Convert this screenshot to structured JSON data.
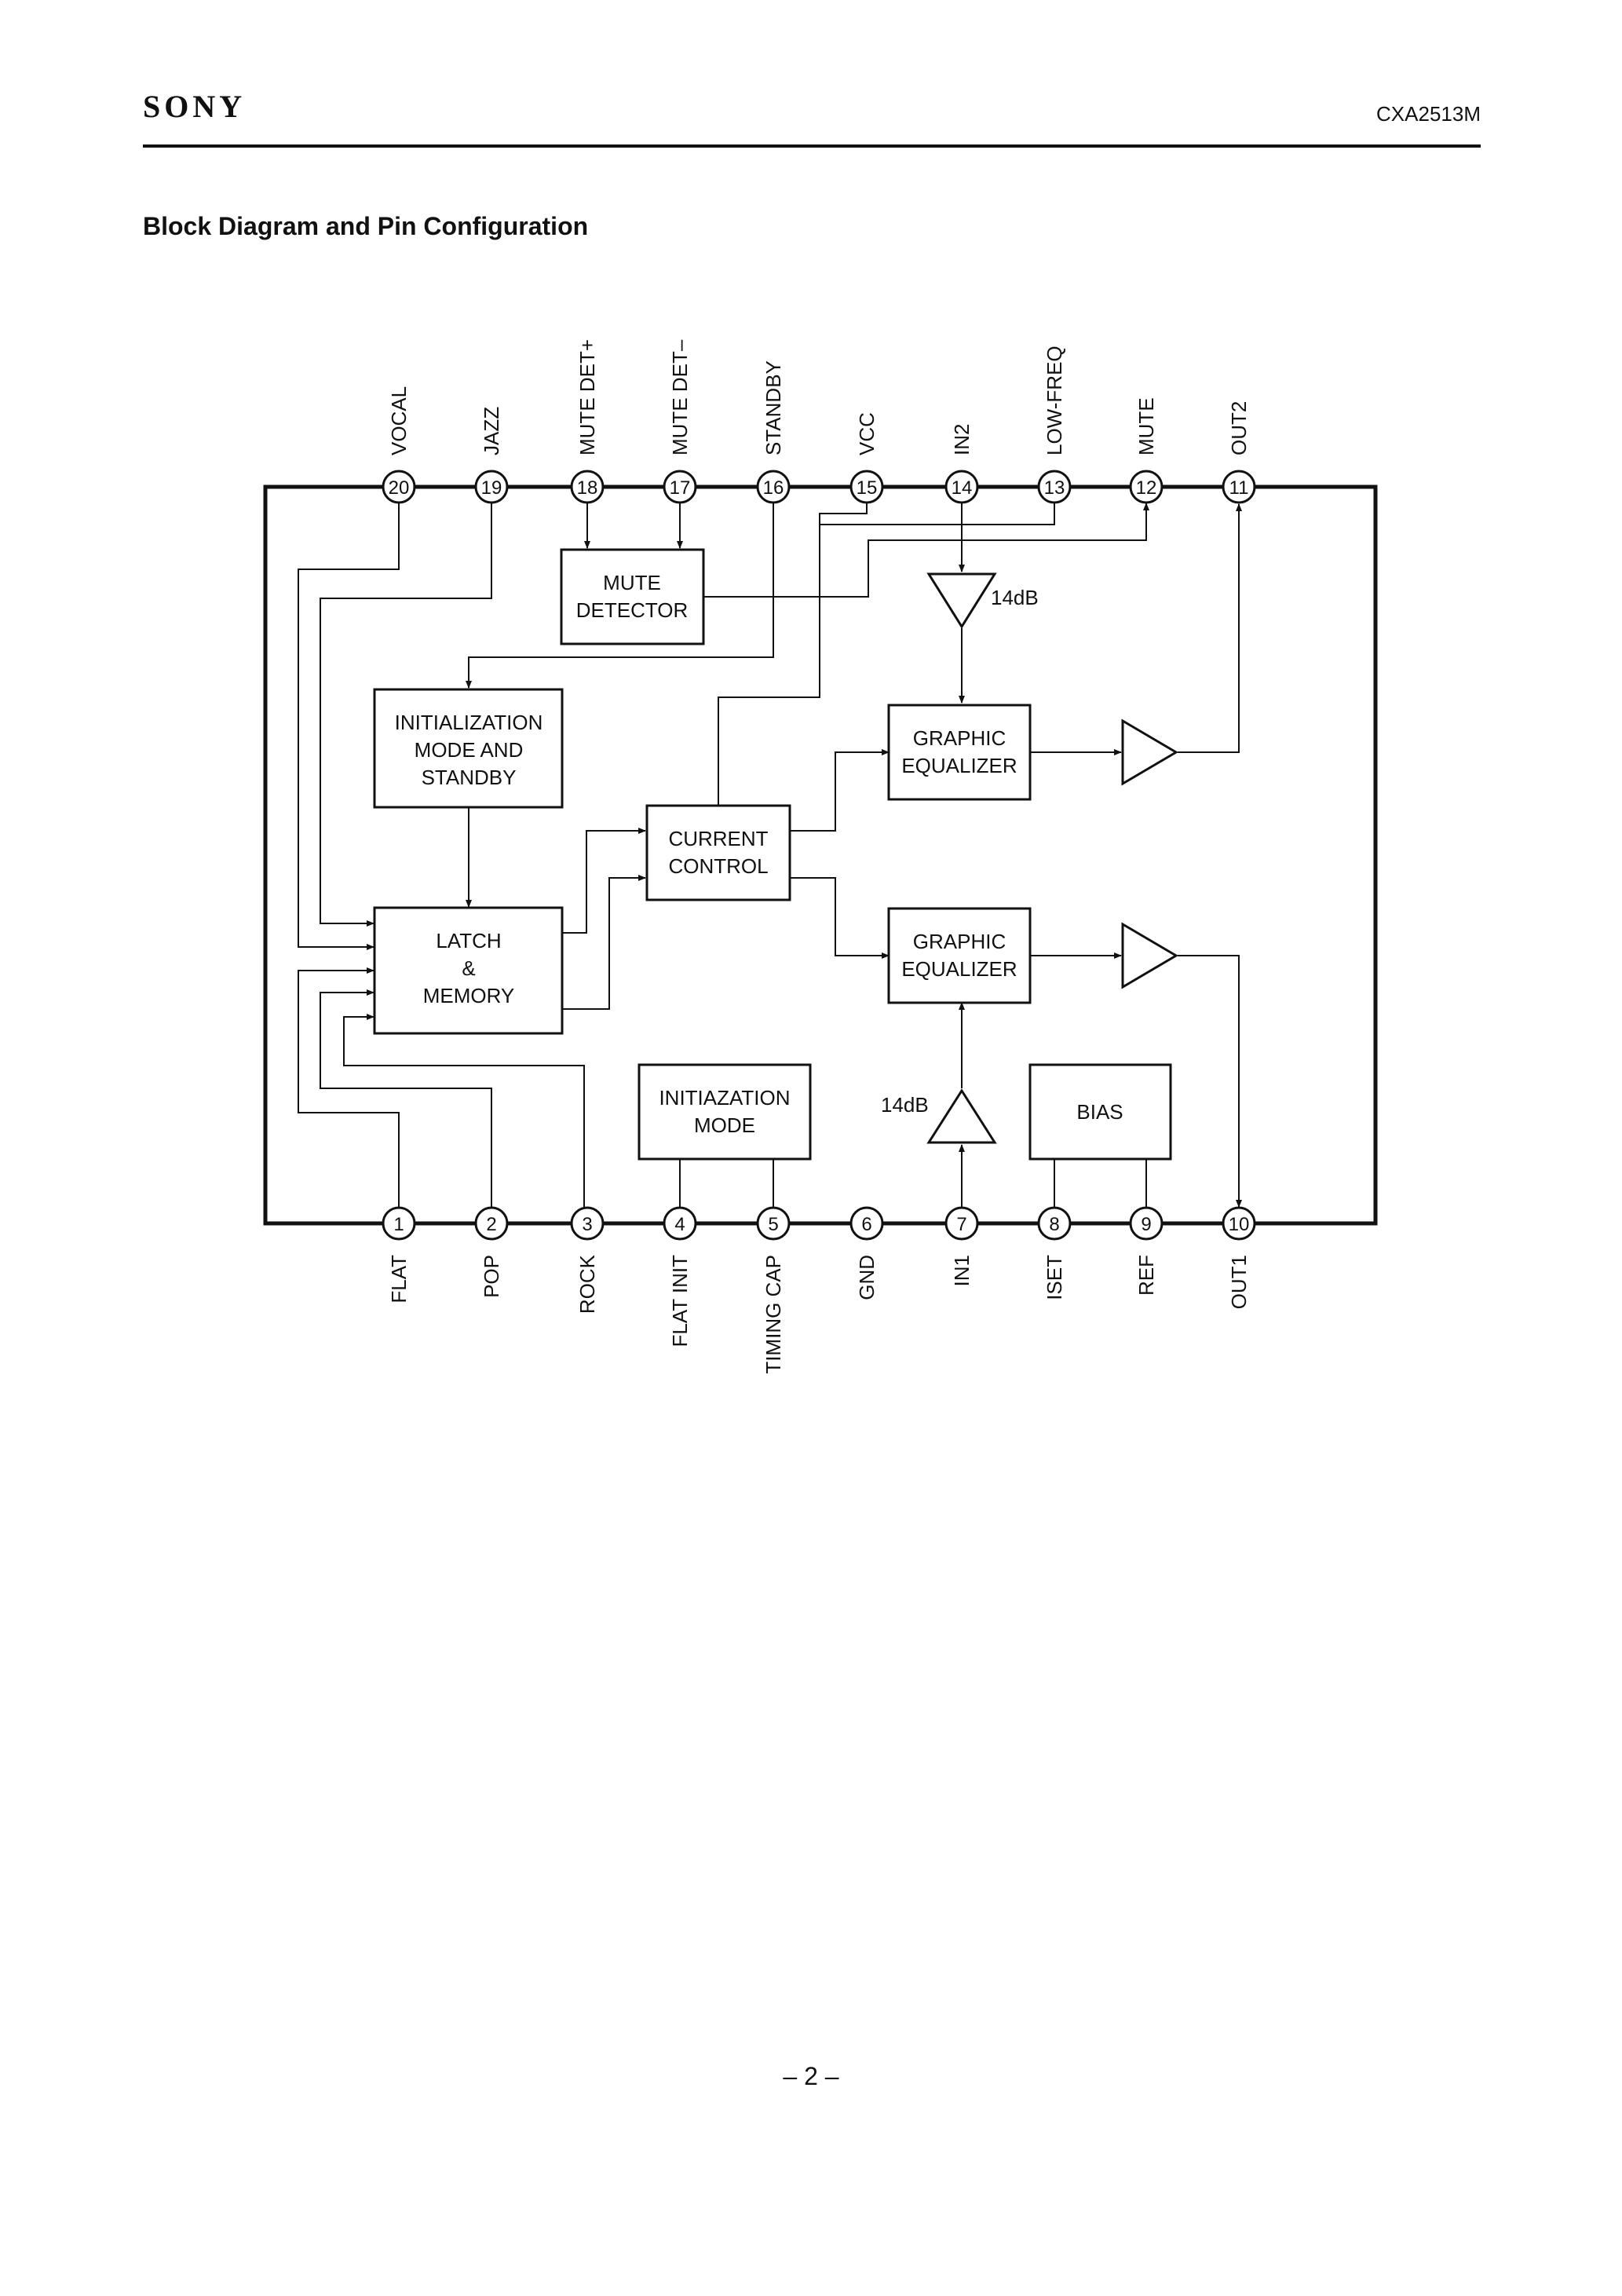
{
  "header": {
    "brand": "SONY",
    "part_number": "CXA2513M"
  },
  "section_title": "Block Diagram and Pin Configuration",
  "pins_top": [
    {
      "num": "20",
      "name": "VOCAL"
    },
    {
      "num": "19",
      "name": "JAZZ"
    },
    {
      "num": "18",
      "name": "MUTE DET+"
    },
    {
      "num": "17",
      "name": "MUTE DET–"
    },
    {
      "num": "16",
      "name": "STANDBY"
    },
    {
      "num": "15",
      "name": "VCC"
    },
    {
      "num": "14",
      "name": "IN2"
    },
    {
      "num": "13",
      "name": "LOW-FREQ"
    },
    {
      "num": "12",
      "name": "MUTE"
    },
    {
      "num": "11",
      "name": "OUT2"
    }
  ],
  "pins_bottom": [
    {
      "num": "1",
      "name": "FLAT"
    },
    {
      "num": "2",
      "name": "POP"
    },
    {
      "num": "3",
      "name": "ROCK"
    },
    {
      "num": "4",
      "name": "FLAT INIT"
    },
    {
      "num": "5",
      "name": "TIMING CAP"
    },
    {
      "num": "6",
      "name": "GND"
    },
    {
      "num": "7",
      "name": "IN1"
    },
    {
      "num": "8",
      "name": "ISET"
    },
    {
      "num": "9",
      "name": "REF"
    },
    {
      "num": "10",
      "name": "OUT1"
    }
  ],
  "blocks": {
    "mute_detector": [
      "MUTE",
      "DETECTOR"
    ],
    "init_mode_standby": [
      "INITIALIZATION",
      "MODE AND",
      "STANDBY"
    ],
    "latch_memory": [
      "LATCH",
      "&",
      "MEMORY"
    ],
    "current_control": [
      "CURRENT",
      "CONTROL"
    ],
    "graphic_eq_top": [
      "GRAPHIC",
      "EQUALIZER"
    ],
    "graphic_eq_bottom": [
      "GRAPHIC",
      "EQUALIZER"
    ],
    "initiazation_mode": [
      "INITIAZATION",
      "MODE"
    ],
    "bias": [
      "BIAS"
    ]
  },
  "amp_gain_top": "14dB",
  "amp_gain_bottom": "14dB",
  "footer": {
    "page_number": "– 2 –"
  }
}
